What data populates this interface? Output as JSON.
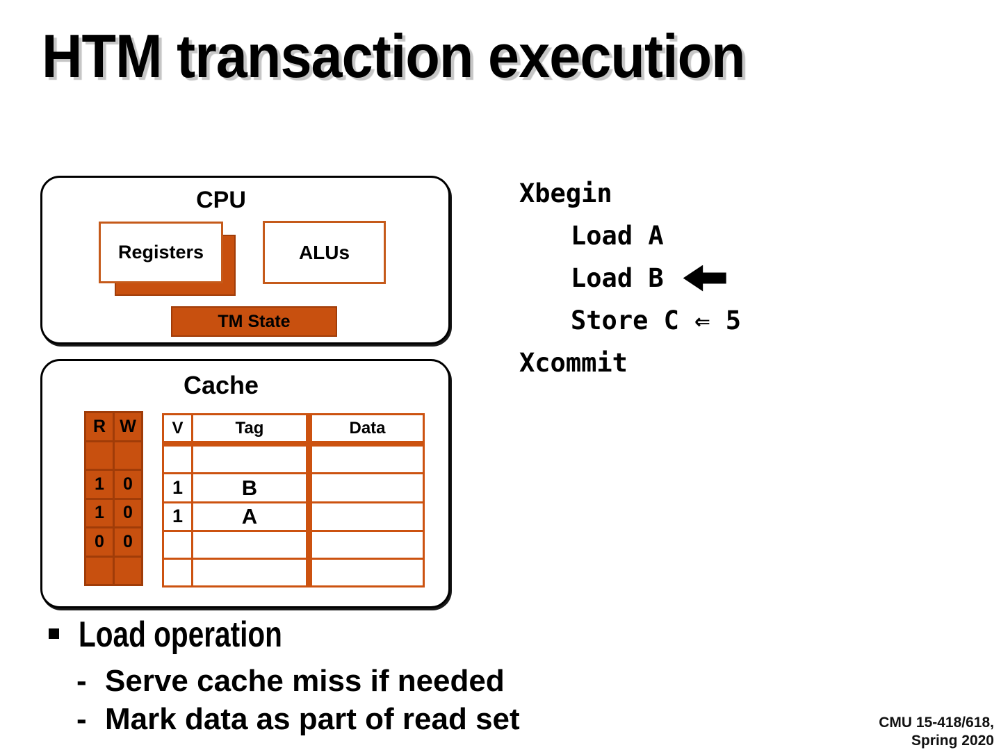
{
  "slide": {
    "title": "HTM transaction execution",
    "footer_line1": "CMU 15-418/618,",
    "footer_line2": "Spring 2020"
  },
  "cpu": {
    "label": "CPU",
    "registers_label": "Registers",
    "alus_label": "ALUs",
    "tm_state_label": "TM State"
  },
  "cache": {
    "label": "Cache",
    "rw_table": {
      "headers": [
        "R",
        "W"
      ],
      "rows": [
        [
          "",
          ""
        ],
        [
          "1",
          "0"
        ],
        [
          "1",
          "0"
        ],
        [
          "0",
          "0"
        ],
        [
          "",
          ""
        ]
      ]
    },
    "vtd_table": {
      "headers": [
        "V",
        "Tag",
        "Data"
      ],
      "rows": [
        [
          "",
          "",
          ""
        ],
        [
          "1",
          "B",
          ""
        ],
        [
          "1",
          "A",
          ""
        ],
        [
          "",
          "",
          ""
        ],
        [
          "",
          "",
          ""
        ]
      ]
    }
  },
  "code": {
    "lines": [
      "Xbegin",
      "Load A",
      "Load B",
      "Store C ⇐ 5",
      "Xcommit"
    ]
  },
  "bullets": {
    "main": "Load operation",
    "subs": [
      "Serve cache miss if needed",
      "Mark data as part of read set"
    ],
    "sub_marker": "-"
  },
  "colors": {
    "accent_orange_fill": "#C8500F",
    "accent_orange_border_dark": "#A03C08",
    "chip_border_orange": "#C55A1A",
    "table_grid_orange": "#CC5210",
    "title_shadow_gray": "#C6C6C6",
    "text_black": "#000000"
  }
}
